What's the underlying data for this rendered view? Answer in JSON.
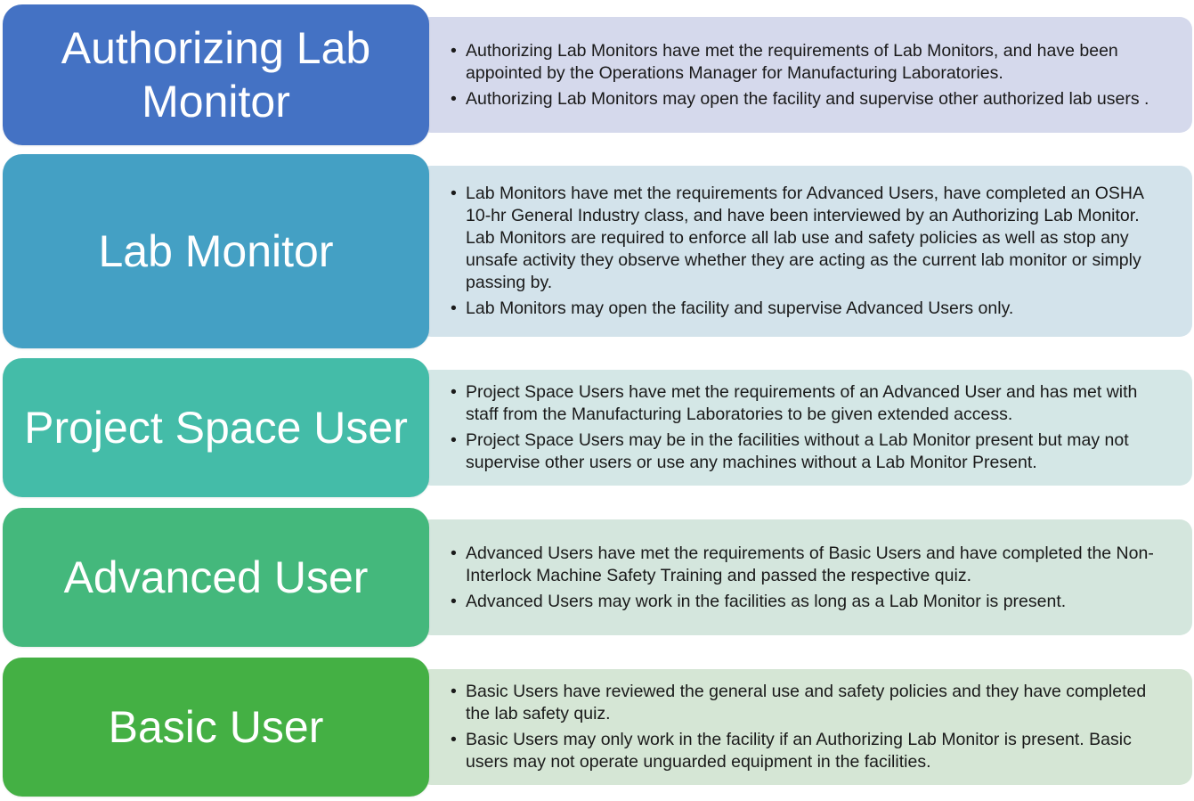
{
  "levels": [
    {
      "title": "Authorizing Lab Monitor",
      "box_color": "#4472C4",
      "panel_color": "#D5D9EC",
      "bullets": [
        "Authorizing Lab Monitors have met the requirements of Lab Monitors, and have been appointed by the Operations Manager for Manufacturing Laboratories.",
        "Authorizing Lab Monitors may open the facility and supervise other  authorized lab users ."
      ]
    },
    {
      "title": "Lab Monitor",
      "box_color": "#44A0C4",
      "panel_color": "#D3E3EB",
      "bullets": [
        "Lab Monitors have met the requirements for Advanced Users, have completed an OSHA 10-hr General Industry class, and have been interviewed by an Authorizing Lab Monitor. Lab Monitors are required to enforce all lab use and safety policies as well as stop any unsafe activity they observe whether they are acting as the current lab monitor or simply passing by.",
        "Lab Monitors may open the facility and supervise Advanced Users only."
      ]
    },
    {
      "title": "Project Space User",
      "box_color": "#44BCA8",
      "panel_color": "#D4E7E6",
      "bullets": [
        "Project Space Users have met the requirements of an Advanced User and has met with staff from the Manufacturing Laboratories to be given extended access.",
        "Project Space Users may be in the facilities without a Lab Monitor present but may not supervise other users or use any machines without a Lab Monitor Present."
      ]
    },
    {
      "title": "Advanced User",
      "box_color": "#44B87C",
      "panel_color": "#D4E6DD",
      "bullets": [
        "Advanced Users have met the requirements of Basic Users and have completed the Non-Interlock Machine Safety Training and passed the respective quiz.",
        "Advanced Users may work in the facilities as long as a Lab Monitor is present."
      ]
    },
    {
      "title": "Basic User",
      "box_color": "#44B044",
      "panel_color": "#D5E6D5",
      "bullets": [
        "Basic Users have reviewed the general use and safety policies and they have completed the lab safety quiz.",
        "Basic Users may only work in the facility if an Authorizing Lab Monitor is present. Basic users may not operate unguarded equipment in the facilities."
      ]
    }
  ]
}
